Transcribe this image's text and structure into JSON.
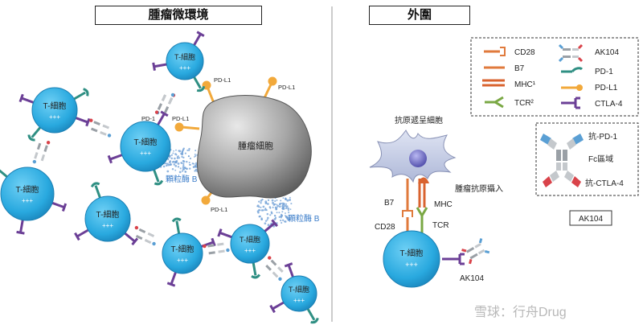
{
  "titles": {
    "left": "腫瘤微環境",
    "right": "外圍"
  },
  "labels": {
    "t_cell": "T-細胞",
    "plus": "+++",
    "tumor_cell": "腫瘤細胞",
    "pd_l1": "PD-L1",
    "pd_1": "PD-1",
    "granzyme_b": "顆粒酶 B",
    "apc": "抗原遞呈細胞",
    "tumor_antigen_uptake": "腫瘤抗原攝入",
    "b7": "B7",
    "cd28": "CD28",
    "mhc": "MHC",
    "tcr": "TCR",
    "ak104": "AK104"
  },
  "legend": {
    "items": [
      {
        "label": "CD28",
        "color": "#e07a3c"
      },
      {
        "label": "B7",
        "color": "#e07a3c"
      },
      {
        "label": "MHC¹",
        "color": "#d9632f"
      },
      {
        "label": "TCR²",
        "color": "#7aa844"
      },
      {
        "label": "AK104",
        "color": "#9aa0a6"
      },
      {
        "label": "PD-1",
        "color": "#2f8f83"
      },
      {
        "label": "PD-L1",
        "color": "#f2a93b"
      },
      {
        "label": "CTLA-4",
        "color": "#6b3f96"
      }
    ]
  },
  "ak104_box": {
    "anti_pd1": "抗-PD-1",
    "fc_region": "Fc區域",
    "anti_ctla4": "抗-CTLA-4",
    "caption": "AK104"
  },
  "watermark": "雪球：行舟Drug",
  "colors": {
    "t_cell": "#29a9df",
    "tumor": "#8a8a8a",
    "pd1": "#2f8f83",
    "pdl1": "#f2a93b",
    "ctla4": "#6b3f96",
    "cd28": "#e07a3c",
    "tcr": "#7aa844",
    "granzyme": "#6f9fd6",
    "apc": "#c5cde6"
  }
}
